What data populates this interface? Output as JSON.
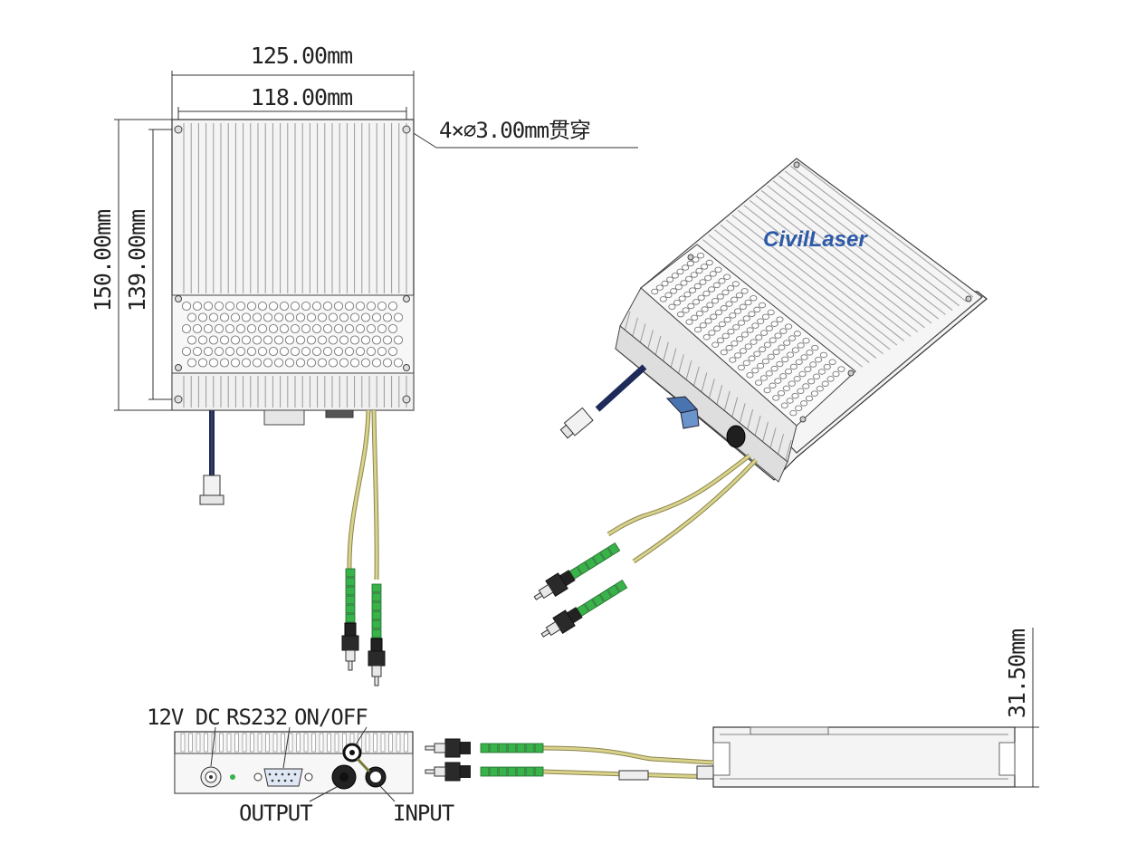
{
  "brand": {
    "logo_text": "CivilLaser",
    "logo_color": "#2d5aa8"
  },
  "dimensions": {
    "width_outer": "125.00mm",
    "width_inner": "118.00mm",
    "holes": "4×∅3.00mm贯穿",
    "height_outer": "150.00mm",
    "height_inner": "139.00mm",
    "thickness": "31.50mm"
  },
  "ports": {
    "dc": "12V DC",
    "rs232": "RS232",
    "onoff": "ON/OFF",
    "output": "OUTPUT",
    "input": "INPUT"
  },
  "colors": {
    "connector_green": "#39b24a",
    "fiber_yellow": "#d9d28a",
    "cable_blue": "#1e2a5a"
  }
}
